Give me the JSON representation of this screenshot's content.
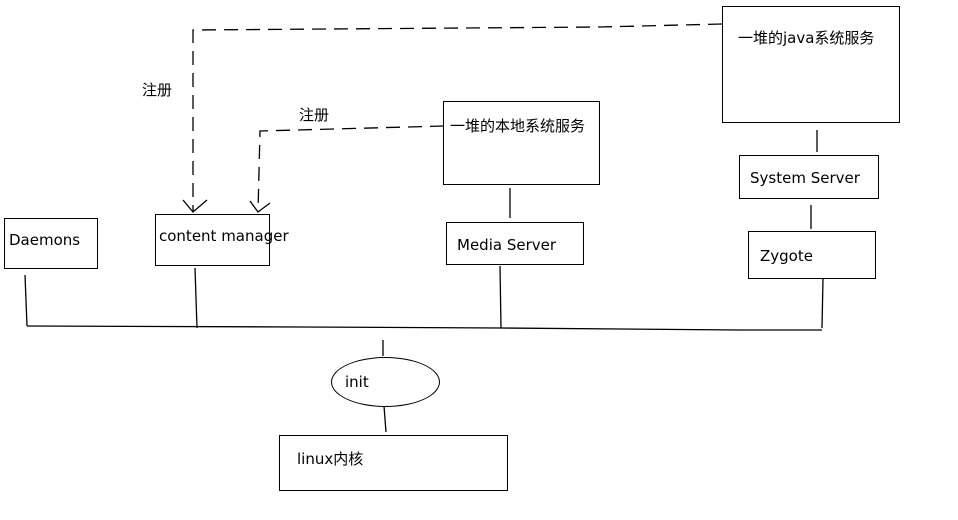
{
  "nodes": {
    "java_services": "一堆的java系统服务",
    "native_services": "一堆的本地系统服务",
    "system_server": "System Server",
    "zygote": "Zygote",
    "media_server": "Media Server",
    "content_manager": "content manager",
    "daemons": "Daemons",
    "init": "init",
    "kernel": "linux内核"
  },
  "edges": {
    "register_java": "注册",
    "register_native": "注册"
  }
}
